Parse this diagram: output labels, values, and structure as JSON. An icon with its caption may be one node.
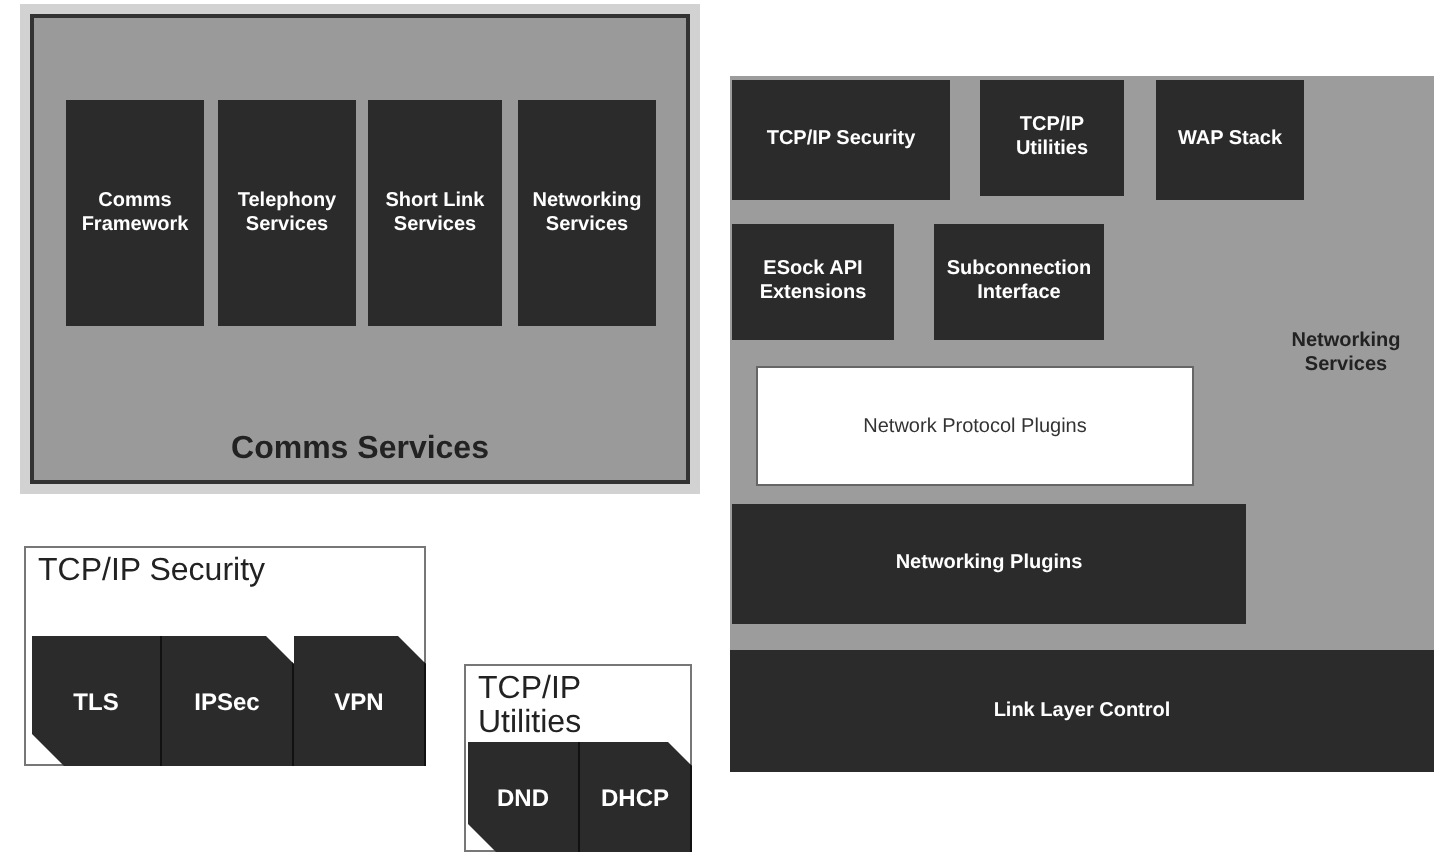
{
  "diagram": {
    "nodes": [
      {
        "text": [
          "Comms Services"
        ]
      },
      {
        "text": [
          "Comms Framework"
        ],
        "in": 0
      },
      {
        "text": [
          "Telephony Services"
        ],
        "in": 0
      },
      {
        "text": [
          "Short Link Services"
        ],
        "in": 0
      },
      {
        "text": [
          "Networking Services"
        ],
        "in": 0
      },
      {
        "text": [
          "Networking Services"
        ]
      },
      {
        "text": [
          "TCP/IP Security"
        ],
        "in": 5
      },
      {
        "text": [
          "TCP/IP Utilities"
        ],
        "in": 5
      },
      {
        "text": [
          "WAP Stack"
        ],
        "in": 5
      },
      {
        "text": [
          "ESock API Extensions"
        ],
        "in": 5
      },
      {
        "text": [
          "Subconnection Interface"
        ],
        "in": 5
      },
      {
        "text": [
          "Network Protocol Plugins"
        ],
        "in": 5
      },
      {
        "text": [
          "Networking Plugins"
        ],
        "in": 5
      },
      {
        "text": [
          "Link Layer Control"
        ],
        "in": 5
      },
      {
        "text": [
          "TCP/IP Security"
        ]
      },
      {
        "text": [
          "TLS"
        ],
        "in": 14
      },
      {
        "text": [
          "IPSec"
        ],
        "in": 14
      },
      {
        "text": [
          "VPN"
        ],
        "in": 14
      },
      {
        "text": [
          "TCP/IP Utilities"
        ]
      },
      {
        "text": [
          "DND"
        ],
        "in": 18
      },
      {
        "text": [
          "DHCP"
        ],
        "in": 18
      }
    ],
    "edges": []
  }
}
